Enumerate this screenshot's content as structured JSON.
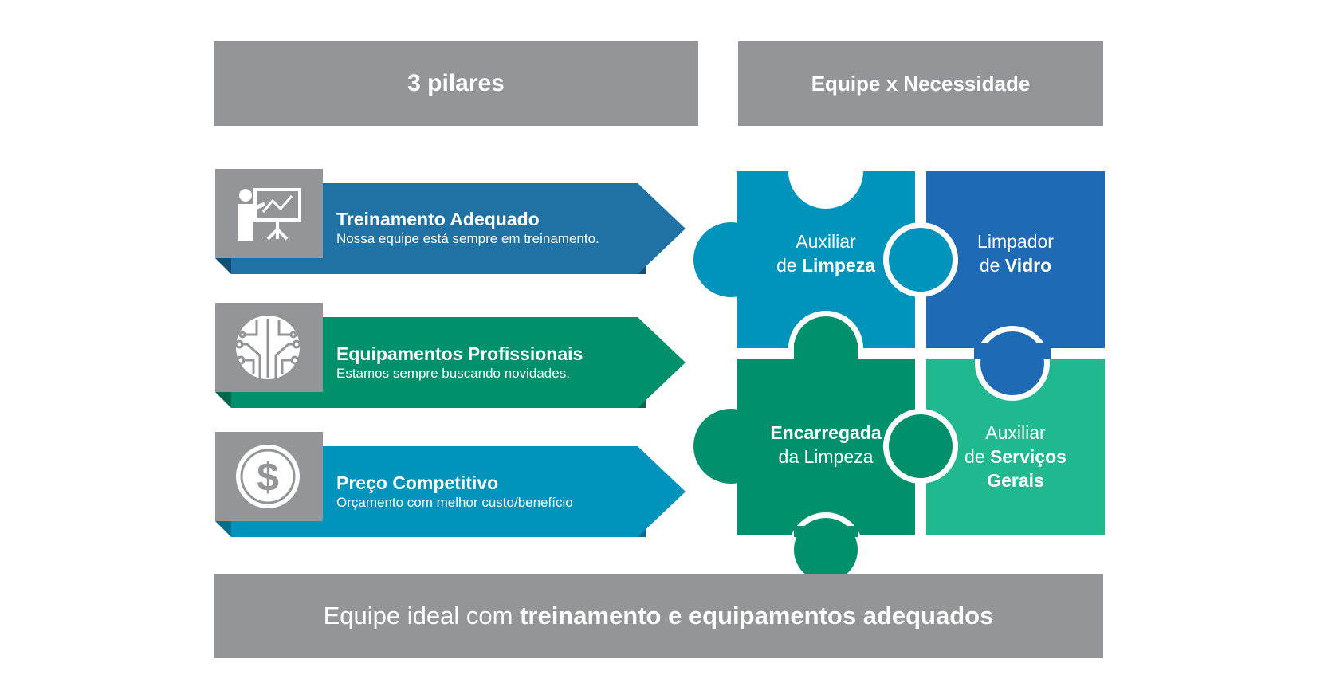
{
  "header": {
    "left_title": "3 pilares",
    "right_title": "Equipe x Necessidade"
  },
  "pillars": [
    {
      "title": "Treinamento Adequado",
      "description": "Nossa equipe está sempre em treinamento.",
      "icon": "presentation-chart-icon",
      "color": "#1f72a3"
    },
    {
      "title": "Equipamentos Profissionais",
      "description": "Estamos sempre buscando novidades.",
      "icon": "circuit-icon",
      "color": "#00906b"
    },
    {
      "title": "Preço Competitivo",
      "description": "Orçamento com melhor custo/benefício",
      "icon": "dollar-coin-icon",
      "color": "#0093bc"
    }
  ],
  "puzzle": [
    {
      "line1": "Auxiliar",
      "line2_prefix": "de ",
      "line2_bold": "Limpeza",
      "color": "#0093bc"
    },
    {
      "line1": "Limpador",
      "line2_prefix": "de ",
      "line2_bold": "Vidro",
      "color": "#1e6ab5"
    },
    {
      "line1_bold": "Encarregada",
      "line2": "da Limpeza",
      "color": "#00906b"
    },
    {
      "line1": "Auxiliar",
      "line2_prefix": "de ",
      "line2_bold": "Serviços",
      "line3_bold": "Gerais",
      "color": "#20b88e"
    }
  ],
  "footer": {
    "prefix": "Equipe ideal com ",
    "bold": "treinamento e equipamentos adequados"
  },
  "colors": {
    "gray": "#939598",
    "icon_box": "#939598"
  }
}
